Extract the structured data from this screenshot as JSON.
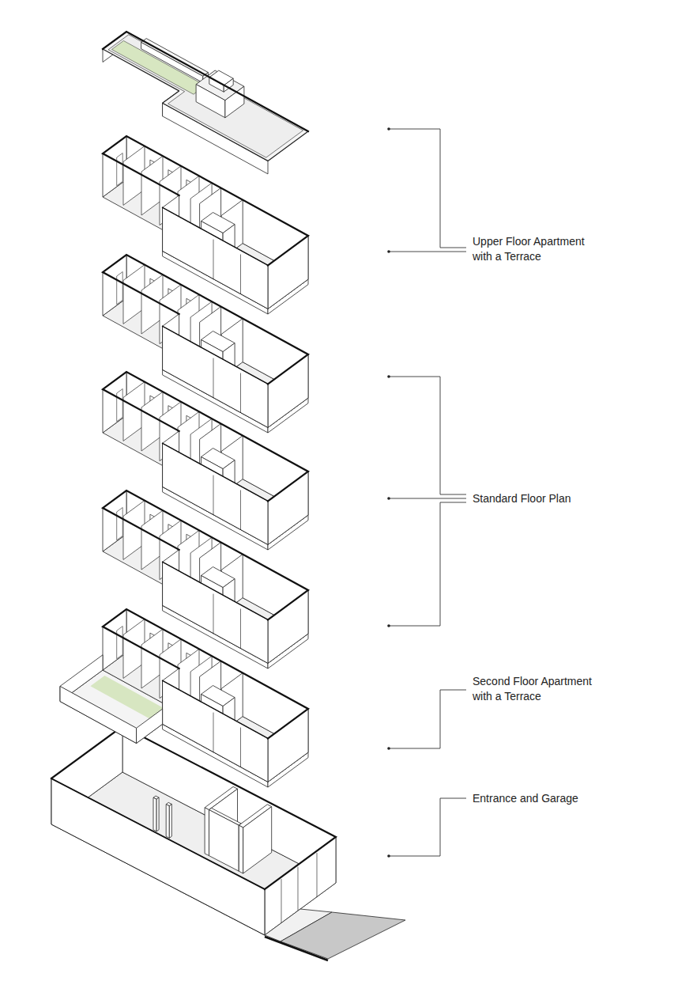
{
  "diagram": {
    "labels": [
      "Upper Floor Apartment with a Terrace",
      "Standard Floor Plan",
      "Second Floor Apartment with a Terrace",
      "Entrance and Garage"
    ]
  }
}
